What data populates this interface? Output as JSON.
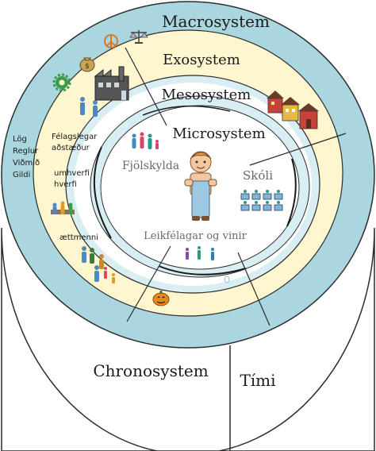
{
  "labels": {
    "macrosystem": "Macrosystem",
    "exosystem": "Exosystem",
    "mesosystem": "Mesosystem",
    "microsystem": "Microsystem",
    "family": "Fjölskylda",
    "school": "Skóli",
    "peers": "Leikfélagar og vinir",
    "social_conditions_1": "Félagslegar",
    "social_conditions_2": "aðstæður",
    "environment_1": "umhverfi",
    "environment_2": "hverfi",
    "relatives": "ættmenni",
    "macro_values": [
      "Lög",
      "Reglur",
      "Viðmið",
      "Gildi"
    ],
    "chronosystem": "Chronosystem",
    "time": "Tími"
  },
  "colors": {
    "macro_ring": "#a9d6df",
    "exo_ring": "#fdf6cf",
    "meso_ring": "#ffffff",
    "micro_ring": "#d9eef3",
    "core": "#ffffff",
    "stroke": "#2c2c2c"
  },
  "icons": {
    "scales": "scales-icon",
    "peace": "peace-icon",
    "money_bag": "money-bag-icon",
    "gear": "gear-icon",
    "factory": "factory-icon",
    "houses": "houses-icon",
    "child": "child-icon",
    "pumpkin": "pumpkin-icon"
  }
}
